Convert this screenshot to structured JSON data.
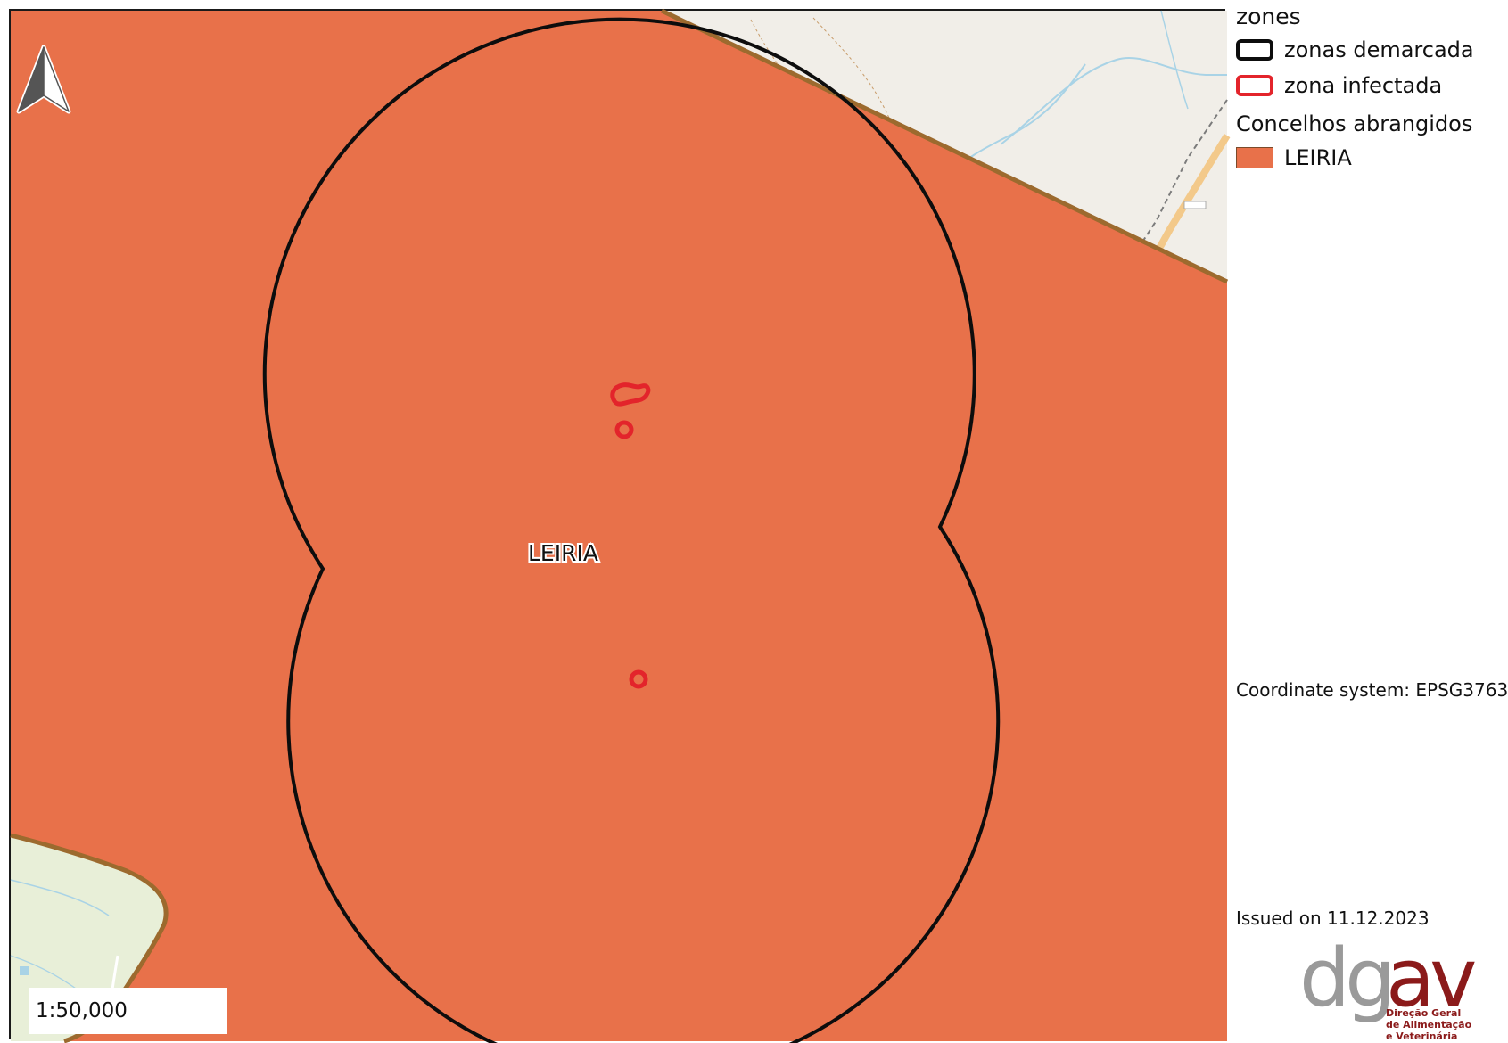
{
  "map": {
    "place_label": "LEIRIA",
    "scale": "1:50,000",
    "colors": {
      "municipality_fill": "#e8714a",
      "municipality_border": "#9c6a2e",
      "demarcated_outline": "#0d0d0d",
      "infected_outline": "#e3242b",
      "basemap_land": "#f1eee8",
      "basemap_green": "#e8efd8",
      "basemap_water": "#a9d3e6"
    },
    "icons": [
      "north-arrow-icon"
    ]
  },
  "legend": {
    "zones_title": "zones",
    "zones": [
      {
        "label": "zonas demarcada",
        "style": "outline",
        "color": "#0d0d0d"
      },
      {
        "label": "zona infectada",
        "style": "outline",
        "color": "#e3242b"
      }
    ],
    "municipalities_title": "Concelhos abrangidos",
    "municipalities": [
      {
        "label": "LEIRIA",
        "style": "fill",
        "color": "#e8714a"
      }
    ]
  },
  "footer": {
    "coordinate_system": "Coordinate system: EPSG3763",
    "issued_on": "Issued on 11.12.2023"
  },
  "logo": {
    "text": "dgav",
    "tagline": [
      "Direção Geral",
      "de Alimentação",
      "e Veterinária"
    ],
    "colors": {
      "dg": "#9a9a9a",
      "av": "#8b1a1a"
    }
  }
}
